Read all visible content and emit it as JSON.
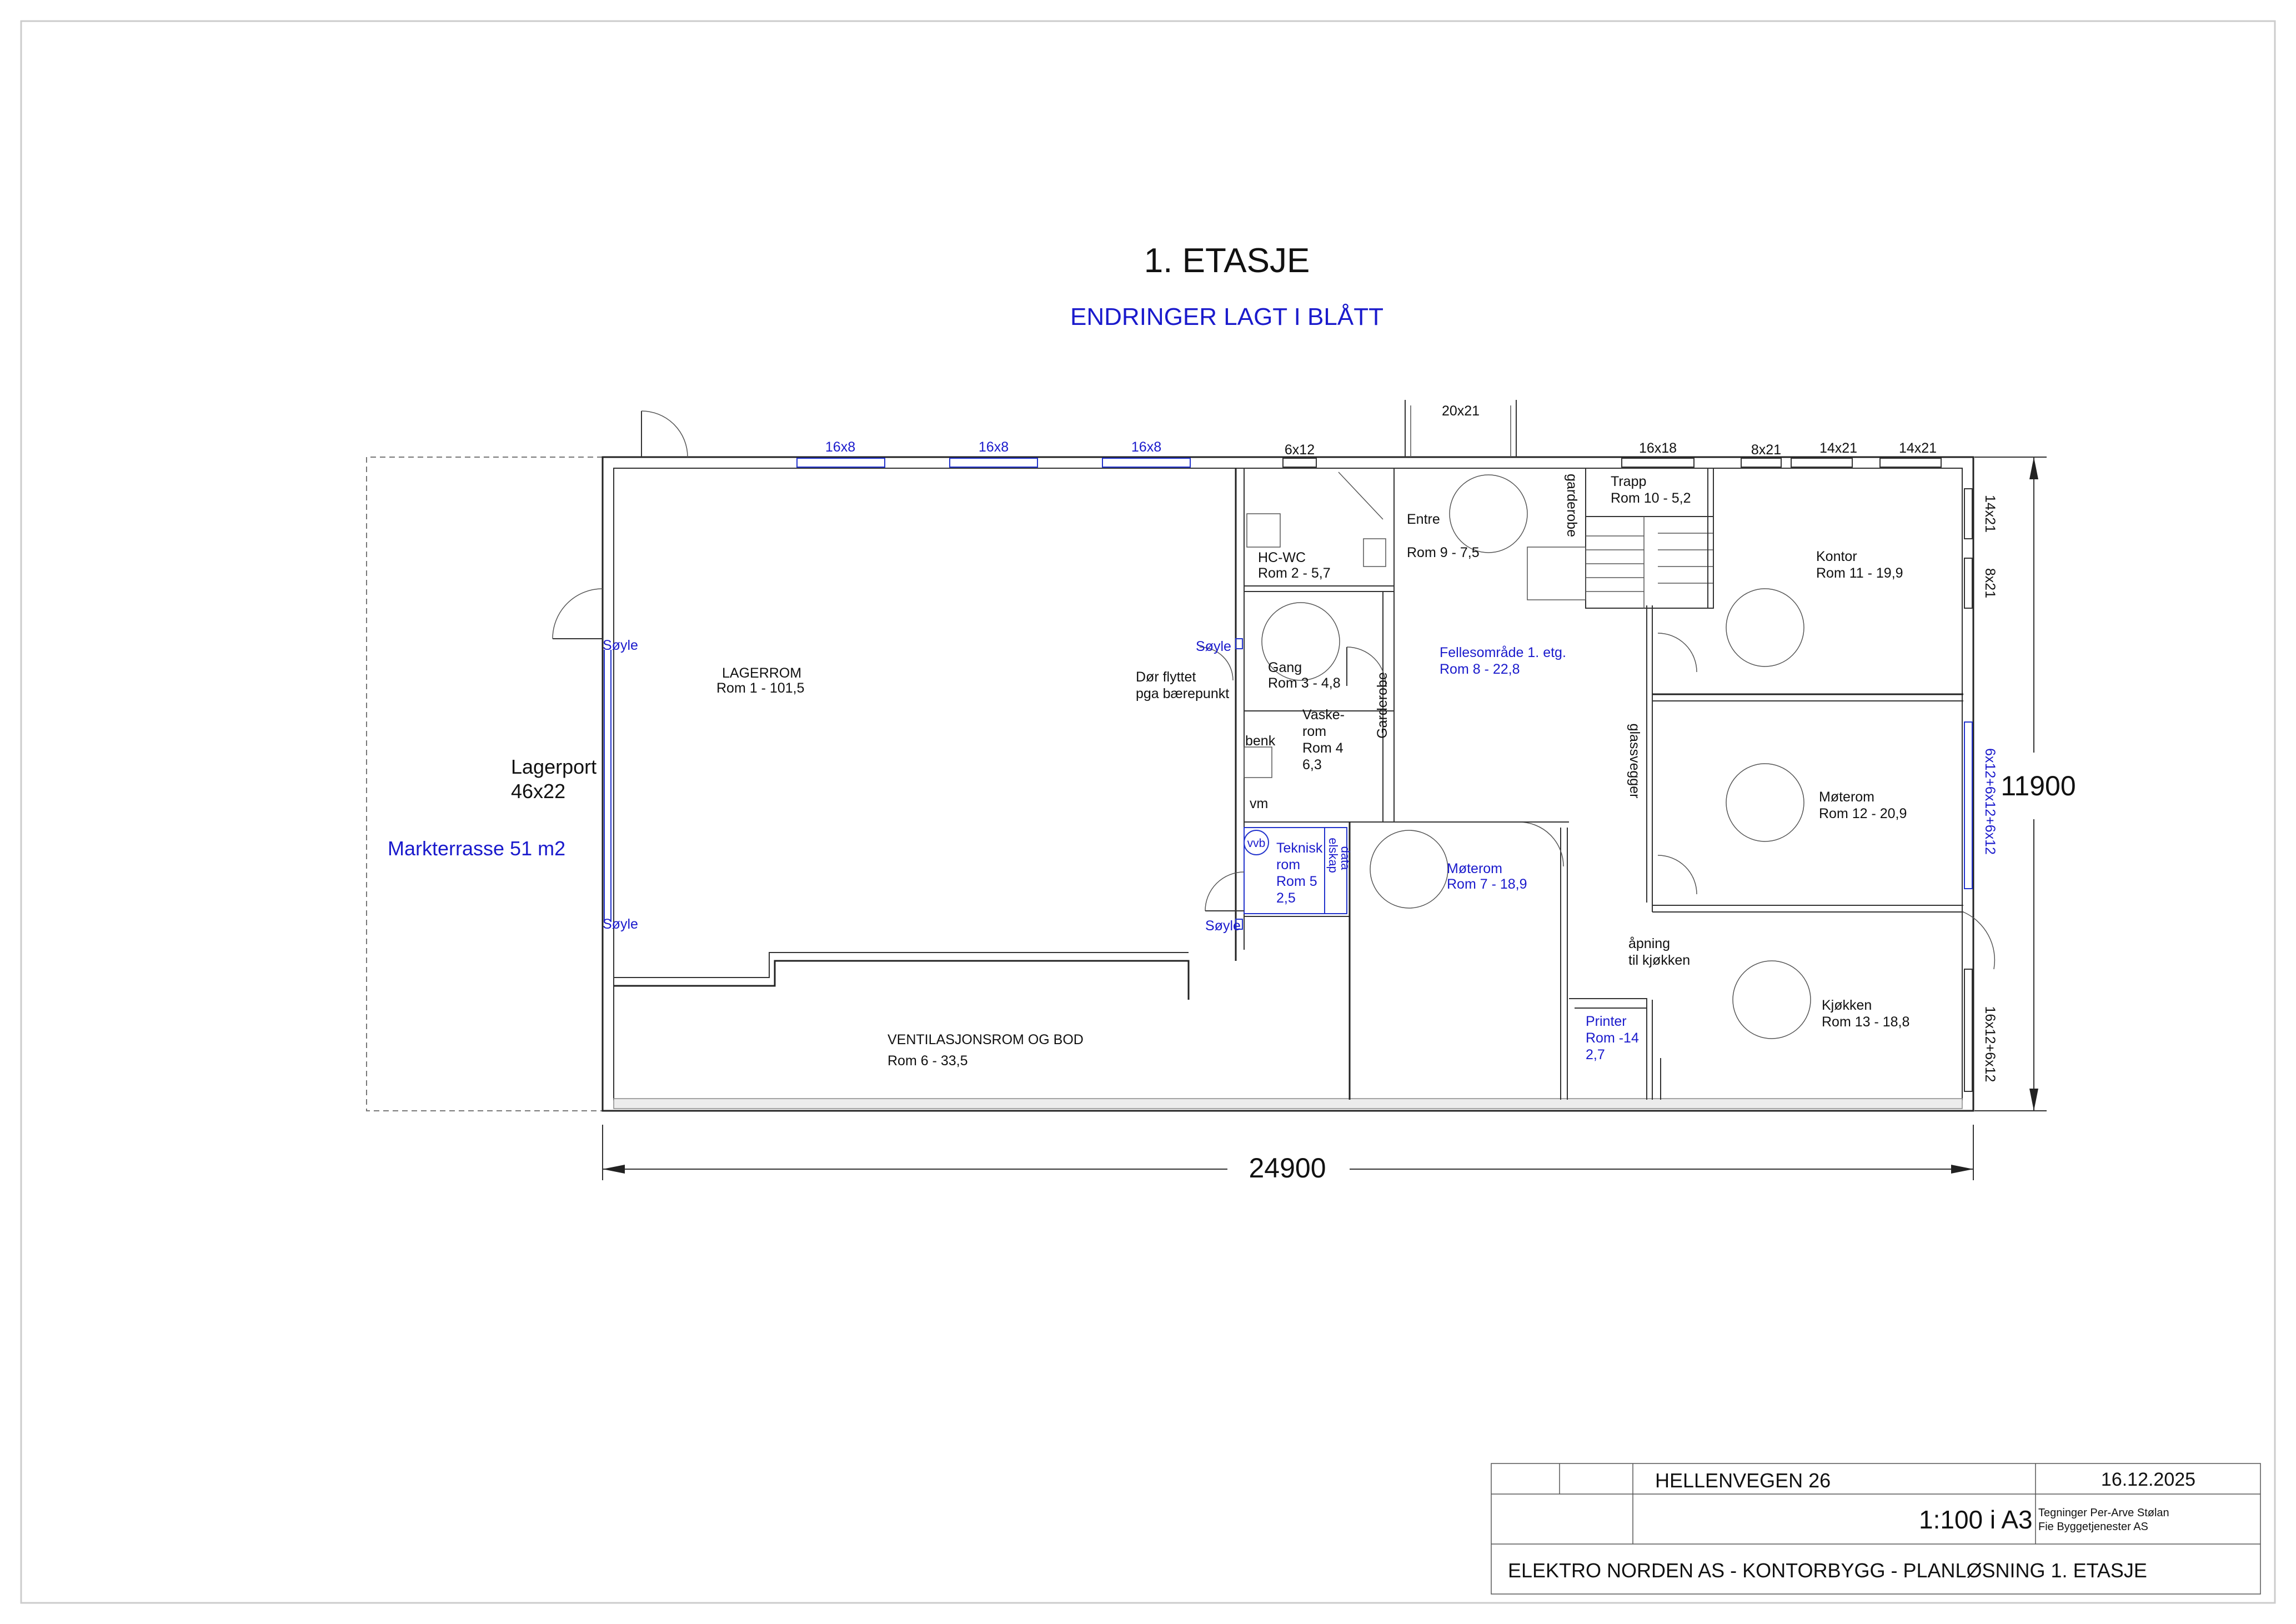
{
  "title": "1. ETASJE",
  "subtitle": "ENDRINGER LAGT I BLÅTT",
  "colors": {
    "changes": "#1a1acc",
    "lines": "#222222"
  },
  "dimensions": {
    "width": "24900",
    "height": "11900"
  },
  "terrace": {
    "label": "Markterrasse 51 m2",
    "port_label": "Lagerport",
    "port_size": "46x22"
  },
  "columns": {
    "label": "Søyle"
  },
  "windows": {
    "w1": "16x8",
    "w2": "16x8",
    "w3": "16x8",
    "w4": "6x12",
    "w5": "20x21",
    "w6": "16x18",
    "w7": "8x21",
    "w8": "14x21",
    "w9": "14x21",
    "e1": "14x21",
    "e2": "8x21",
    "e3": "6x12+6x12+6x12",
    "e4": "16x12+6x12"
  },
  "rooms": {
    "r1": {
      "name": "LAGERROM",
      "area": "Rom 1 - 101,5"
    },
    "r2": {
      "name": "HC-WC",
      "area": "Rom 2 - 5,7"
    },
    "r3": {
      "name": "Gang",
      "area": "Rom 3 - 4,8"
    },
    "r4": {
      "name": "Vaske-",
      "name2": "rom",
      "num": "Rom 4",
      "area": "6,3"
    },
    "r5": {
      "name": "Teknisk",
      "name2": "rom",
      "num": "Rom 5",
      "area": "2,5"
    },
    "r6": {
      "name": "VENTILASJONSROM OG BOD",
      "area": "Rom 6 - 33,5"
    },
    "r7": {
      "name": "Møterom",
      "area": "Rom 7 - 18,9"
    },
    "r8": {
      "name": "Fellesområde 1. etg.",
      "area": "Rom 8 - 22,8"
    },
    "r9": {
      "name": "Entre",
      "area": "Rom 9 - 7,5"
    },
    "r10": {
      "name": "Trapp",
      "area": "Rom 10 - 5,2"
    },
    "r11": {
      "name": "Kontor",
      "area": "Rom 11 - 19,9"
    },
    "r12": {
      "name": "Møterom",
      "area": "Rom 12 - 20,9"
    },
    "r13": {
      "name": "Kjøkken",
      "area": "Rom 13 - 18,8"
    },
    "r14": {
      "name": "Printer",
      "area": "Rom -14",
      "area2": "2,7"
    }
  },
  "notes": {
    "door_moved_1": "Dør flyttet",
    "door_moved_2": "pga bærepunkt",
    "benk": "benk",
    "vm": "vm",
    "garderobe": "Garderobe",
    "garderobe2": "garderobe",
    "glassvegger": "glassvegger",
    "opening_1": "åpning",
    "opening_2": "til kjøkken",
    "vvb": "vvb",
    "elskap": "elskap",
    "data": "data"
  },
  "title_block": {
    "address": "HELLENVEGEN  26",
    "date": "16.12.2025",
    "scale": "1:100 i A3",
    "drawn_by_1": "Tegninger  Per-Arve Stølan",
    "drawn_by_2": "Fie Byggetjenester AS",
    "project": "ELEKTRO NORDEN AS - KONTORBYGG - PLANLØSNING 1. ETASJE"
  }
}
